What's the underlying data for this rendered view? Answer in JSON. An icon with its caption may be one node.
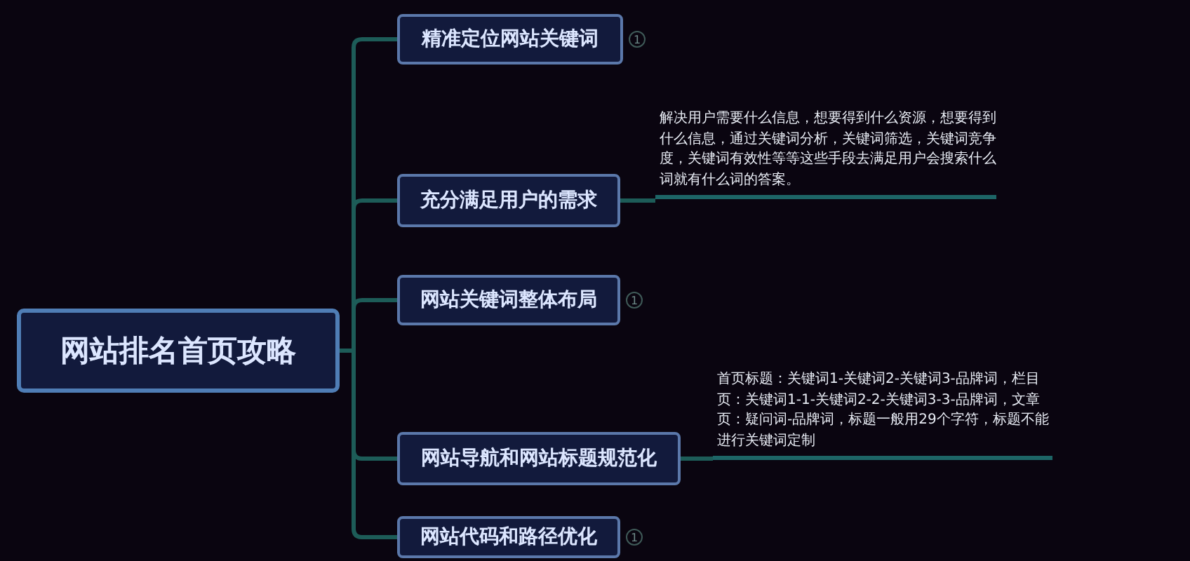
{
  "diagram": {
    "nodes": [
      {
        "text": [
          "网站排名首页攻略"
        ]
      },
      {
        "text": [
          "精准定位网站关键词"
        ],
        "beside": [
          "1"
        ]
      },
      {
        "text": [
          "充分满足用户的需求"
        ]
      },
      {
        "text": [
          "解决用户需要什么信息，想要得到什么资源，想要得到什么信息，通过关键词分析，关键词筛选，关键词竞争度，关键词有效性等等这些手段去满足用户会搜索什么词就有什么词的答案。"
        ]
      },
      {
        "text": [
          "网站关键词整体布局"
        ],
        "beside": [
          "1"
        ]
      },
      {
        "text": [
          "网站导航和网站标题规范化"
        ]
      },
      {
        "text": [
          "首页标题：关键词1-关键词2-关键词3-品牌词，栏目页：关键词1-1-关键词2-2-关键词3-3-品牌词，文章页：疑问词-品牌词，标题一般用29个字符，标题不能进行关键词定制"
        ]
      },
      {
        "text": [
          "网站代码和路径优化"
        ],
        "beside": [
          "1"
        ]
      }
    ],
    "edges": [
      {
        "from": 0,
        "to": 1,
        "arrow": "none"
      },
      {
        "from": 0,
        "to": 2,
        "arrow": "none"
      },
      {
        "from": 0,
        "to": 4,
        "arrow": "none"
      },
      {
        "from": 0,
        "to": 5,
        "arrow": "none"
      },
      {
        "from": 0,
        "to": 7,
        "arrow": "none"
      },
      {
        "from": 2,
        "to": 3,
        "arrow": "none"
      },
      {
        "from": 5,
        "to": 6,
        "arrow": "none"
      }
    ]
  }
}
